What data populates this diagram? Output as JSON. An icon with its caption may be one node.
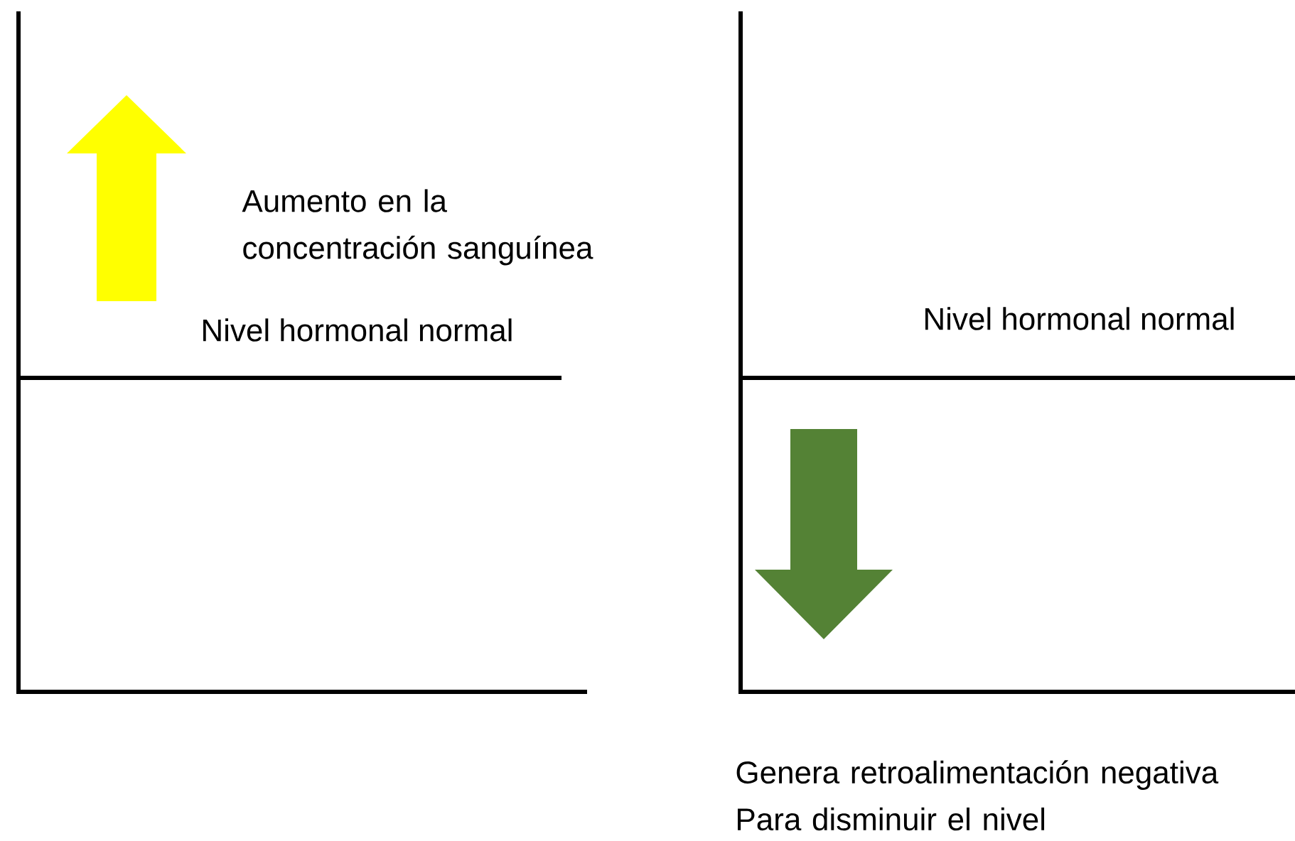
{
  "diagram": {
    "labels": [
      "Aumento  en la concentración sanguínea",
      "Nivel hormonal normal",
      "Nivel hormonal normal",
      "Genera retroalimentación negativa Para disminuir el nivel"
    ]
  }
}
